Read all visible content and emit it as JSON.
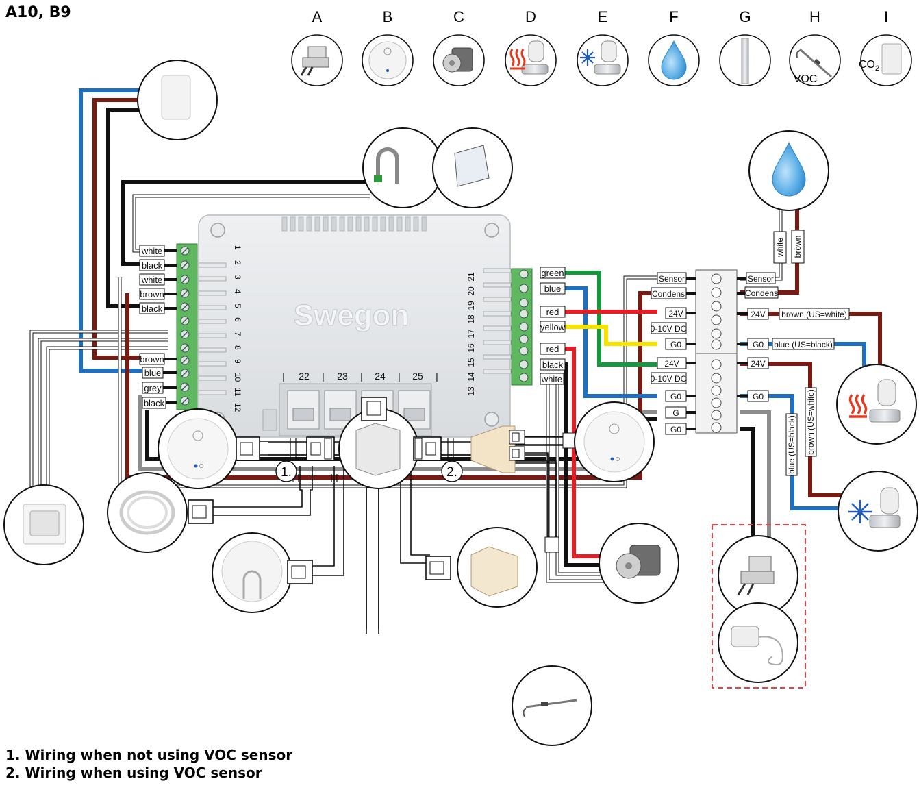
{
  "heading": "A10,  B9",
  "notes": [
    "1. Wiring when not using VOC sensor",
    "2. Wiring when using VOC sensor"
  ],
  "legend": [
    {
      "letter": "A"
    },
    {
      "letter": "B"
    },
    {
      "letter": "C"
    },
    {
      "letter": "D"
    },
    {
      "letter": "E"
    },
    {
      "letter": "F"
    },
    {
      "letter": "G"
    },
    {
      "letter": "H",
      "text": "VOC"
    },
    {
      "letter": "I",
      "text": "CO",
      "sub": "2"
    }
  ],
  "controller": {
    "brand": "Swegon",
    "left_terminal_numbers": [
      "1",
      "2",
      "3",
      "4",
      "5",
      "6",
      "7",
      "8",
      "9",
      "10",
      "11",
      "12"
    ],
    "right_terminal_numbers": [
      "21",
      "20",
      "19",
      "18",
      "17",
      "16",
      "15",
      "14",
      "13"
    ],
    "port_numbers": [
      "22",
      "23",
      "24",
      "25"
    ]
  },
  "left_wire_labels": [
    "white",
    "black",
    "white",
    "brown",
    "black",
    "brown",
    "blue",
    "grey",
    "black"
  ],
  "right_wire_labels": [
    "green",
    "blue",
    "red",
    "yellow",
    "red",
    "black",
    "white"
  ],
  "relay_block": {
    "left_labels": [
      "Sensor",
      "Condens",
      "24V",
      "0-10V DC",
      "G0",
      "24V",
      "0-10V DC",
      "G0",
      "G",
      "G0"
    ],
    "right_labels": [
      "Sensor",
      "Condens",
      "24V",
      "G0",
      "24V",
      "G0"
    ]
  },
  "valve_wire_labels": [
    "brown (US=white)",
    "blue (US=black)",
    "brown (US=white)",
    "blue (US=black)"
  ],
  "condensation_sensor_labels": [
    "white",
    "brown"
  ],
  "callouts": [
    "1.",
    "2."
  ],
  "colors": {
    "wire_blue": "#1f6fc1",
    "wire_brown": "#7a1b13",
    "wire_red": "#e31e24",
    "wire_green": "#149a3c",
    "wire_yellow": "#f6e400",
    "wire_grey": "#8c8c8c",
    "wire_black": "#111111",
    "terminal_green": "#5fb760",
    "controller_grey": "#e4e6e8",
    "dashed_box": "#e04646",
    "heat_icon": "#e53a1e",
    "cool_icon": "#1f5bb8",
    "water_drop": "#4aa3e0"
  }
}
